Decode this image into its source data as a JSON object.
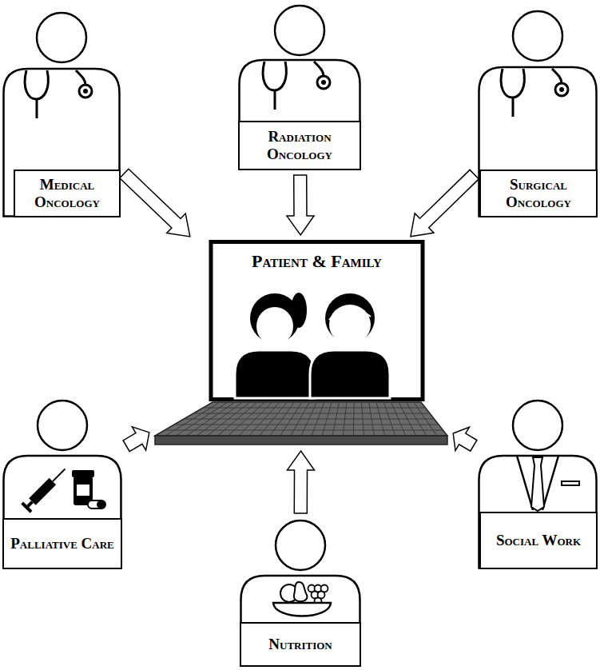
{
  "diagram": {
    "nodes": [
      {
        "text": [
          "Radiation Oncology"
        ]
      },
      {
        "text": [
          "Medical Oncology"
        ]
      },
      {
        "text": [
          "Surgical Oncology"
        ]
      },
      {
        "text": [
          "Patient & Family"
        ]
      },
      {
        "text": [
          "Palliative Care"
        ]
      },
      {
        "text": [
          "Social Work"
        ]
      },
      {
        "text": [
          "Nutrition"
        ]
      }
    ],
    "edges": [
      {
        "from": 1,
        "to": 3,
        "arrow": "to"
      },
      {
        "from": 0,
        "to": 3,
        "arrow": "to"
      },
      {
        "from": 2,
        "to": 3,
        "arrow": "to"
      },
      {
        "from": 4,
        "to": 3,
        "arrow": "to"
      },
      {
        "from": 6,
        "to": 3,
        "arrow": "to"
      },
      {
        "from": 5,
        "to": 3,
        "arrow": "to"
      }
    ]
  }
}
